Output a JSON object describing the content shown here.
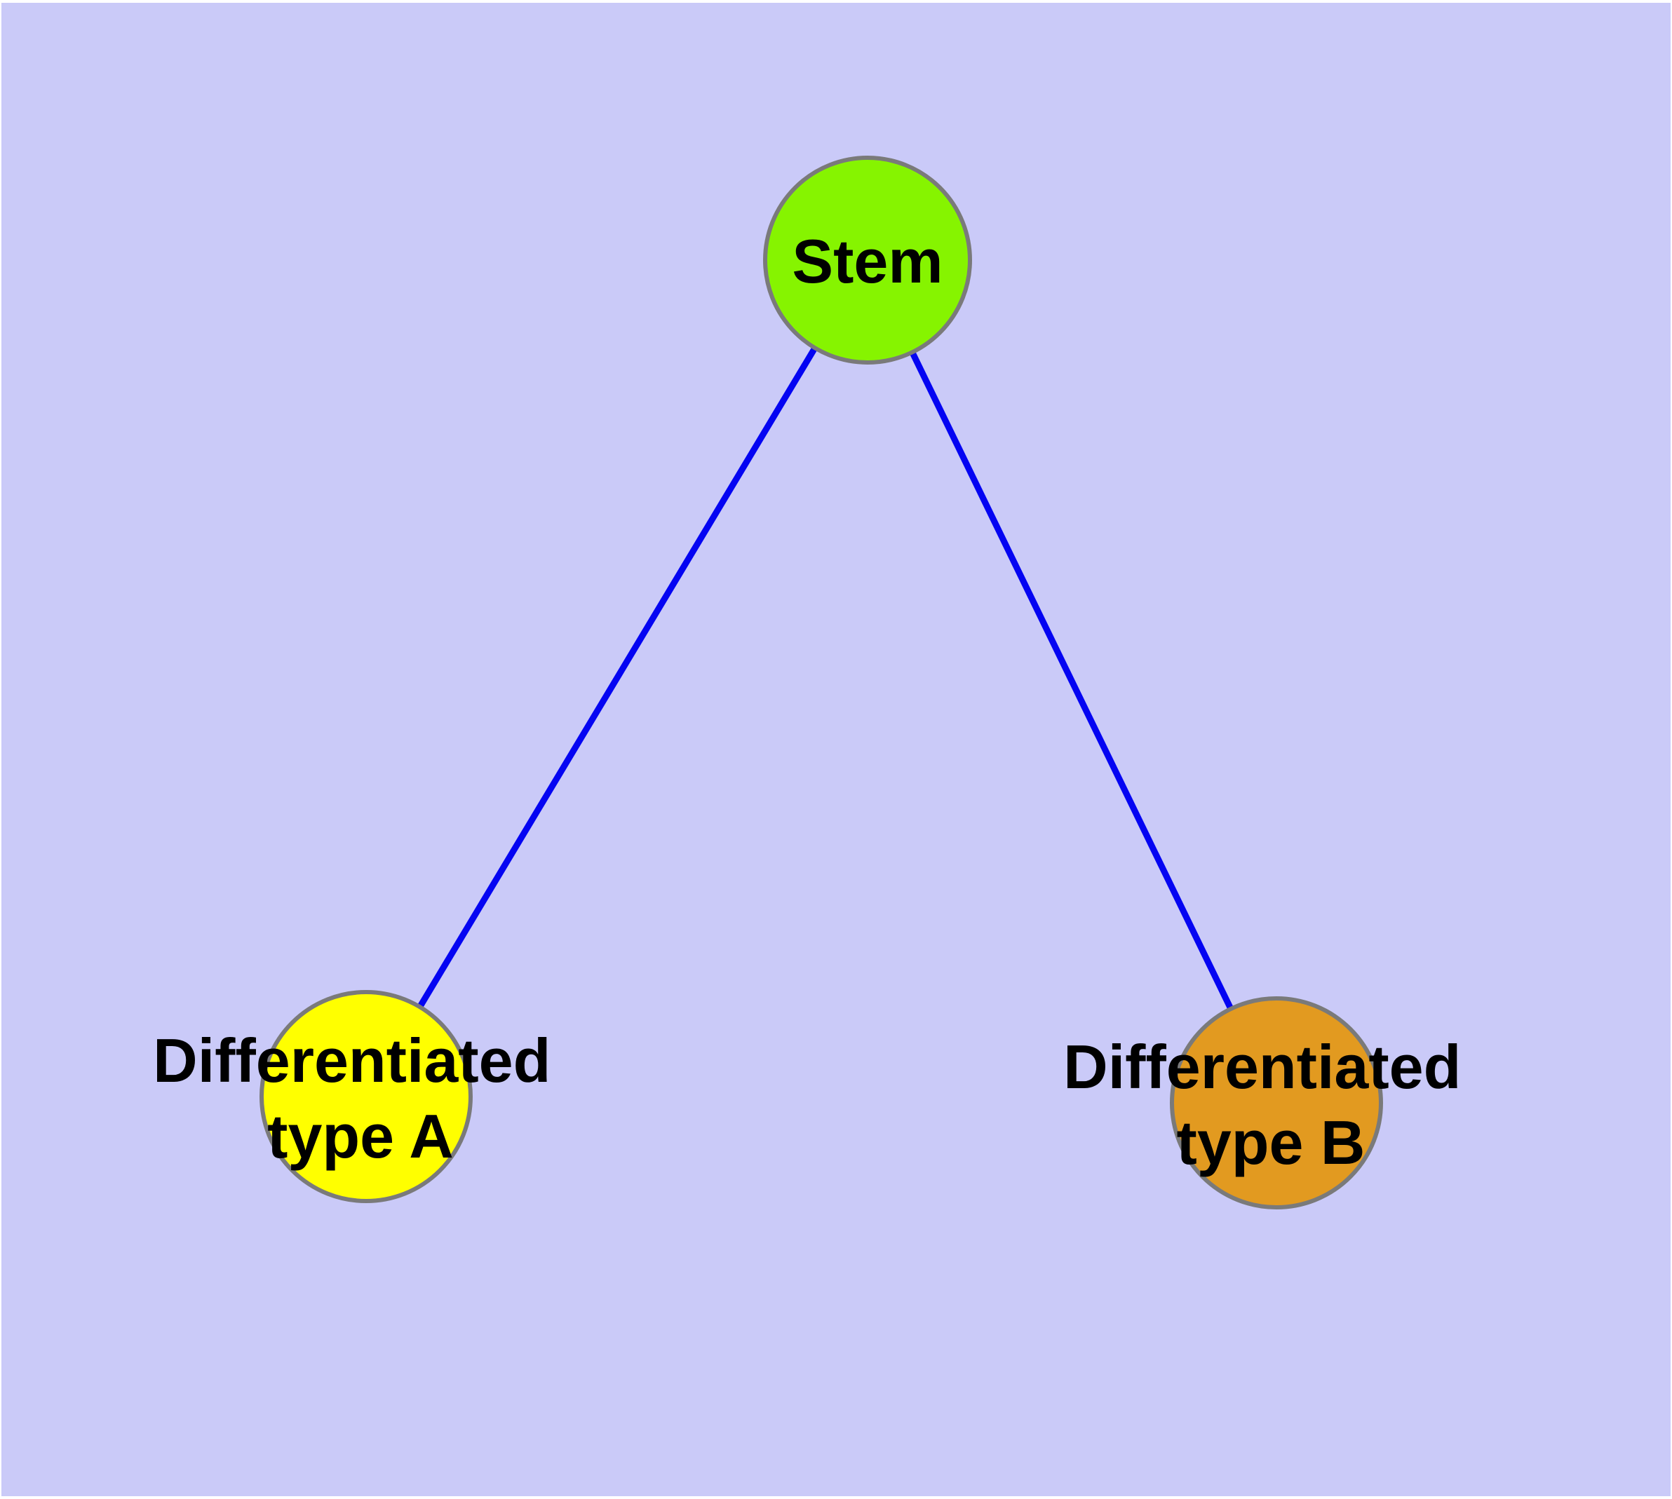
{
  "diagram": {
    "type": "graph",
    "colors": {
      "background": "#CACAF8",
      "edge": "#0404F2",
      "node_border": "#7A7A7A",
      "label": "#000000",
      "stem_fill": "#86F400",
      "type_a_fill": "#FFFF00",
      "type_b_fill": "#E29A20"
    },
    "nodes": {
      "stem": {
        "label": "Stem"
      },
      "type_a": {
        "line1": "Differentiated",
        "line2": "type A"
      },
      "type_b": {
        "line1": "Differentiated",
        "line2": "type B"
      }
    },
    "edges": [
      {
        "from": "Stem",
        "to": "Differentiated type A"
      },
      {
        "from": "Stem",
        "to": "Differentiated type B"
      }
    ]
  }
}
